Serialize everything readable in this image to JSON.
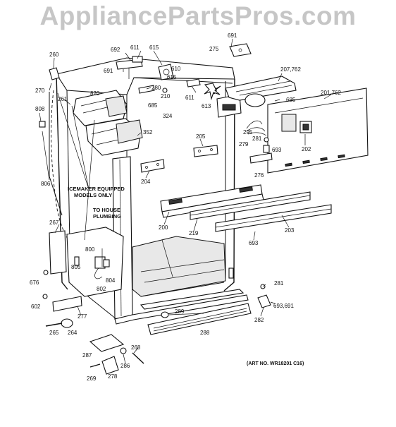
{
  "watermark": "AppliancePartsPros.com",
  "art_number": "(ART NO. WR18201 C16)",
  "notes": {
    "icemaker_line1": "ICEMAKER EQUIPPED",
    "icemaker_line2": "MODELS ONLY",
    "house_line1": "TO HOUSE",
    "house_line2": "PLUMBING"
  },
  "callouts": {
    "c691a": "691",
    "c275": "275",
    "c692": "692",
    "c611a": "611",
    "c615a": "615",
    "c610": "610",
    "c615b": "615",
    "c691b": "691",
    "c260": "260",
    "c207_762": "207,762",
    "c270": "270",
    "c261": "261",
    "c820": "820",
    "c280": "280",
    "c210": "210",
    "c611b": "611",
    "c613": "613",
    "c685a": "685",
    "c685b": "685",
    "c201_762": "201,762",
    "c808": "808",
    "c324": "324",
    "c352": "352",
    "c295": "295",
    "c281a": "281",
    "c279": "279",
    "c693a": "693",
    "c202": "202",
    "c205": "205",
    "c276": "276",
    "c806": "806",
    "c204": "204",
    "c267": "267",
    "c200": "200",
    "c219": "219",
    "c203": "203",
    "c693b": "693",
    "c800": "800",
    "c805": "805",
    "c804": "804",
    "c802": "802",
    "c676": "676",
    "c281b": "281",
    "c602": "602",
    "c289": "289",
    "c282": "282",
    "c693_691": "693,691",
    "c277": "277",
    "c265": "265",
    "c264": "264",
    "c288": "288",
    "c287": "287",
    "c268": "268",
    "c286": "286",
    "c269": "269",
    "c278": "278"
  }
}
